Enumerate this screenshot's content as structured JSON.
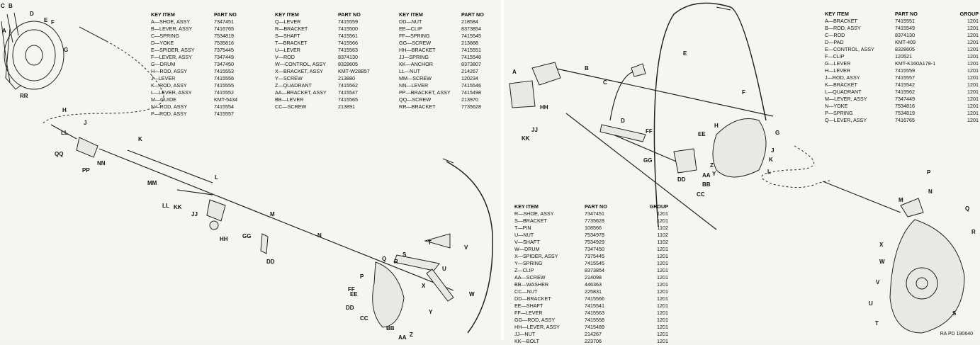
{
  "page_left": {
    "column_headers": {
      "key_item": "KEY  ITEM",
      "part_no": "PART NO"
    },
    "table_1": [
      {
        "key": "A—SHOE, ASSY",
        "part": "7347451"
      },
      {
        "key": "B—LEVER, ASSY",
        "part": "7416765"
      },
      {
        "key": "C—SPRING",
        "part": "7534819"
      },
      {
        "key": "D—YOKE",
        "part": "7535816"
      },
      {
        "key": "E—SPIDER, ASSY",
        "part": "7375445"
      },
      {
        "key": "F—LEVER, ASSY",
        "part": "7347449"
      },
      {
        "key": "G—DRUM",
        "part": "7347450"
      },
      {
        "key": "H—ROD, ASSY",
        "part": "7415553"
      },
      {
        "key": "J—LEVER",
        "part": "7415556"
      },
      {
        "key": "K—ROD, ASSY",
        "part": "7415555"
      },
      {
        "key": "L—LEVER, ASSY",
        "part": "7415552"
      },
      {
        "key": "M—GUIDE",
        "part": "KMT-5434"
      },
      {
        "key": "N—ROD, ASSY",
        "part": "7415554"
      },
      {
        "key": "P—ROD, ASSY",
        "part": "7415557"
      }
    ],
    "table_2": [
      {
        "key": "Q—LEVER",
        "part": "7415559"
      },
      {
        "key": "R—BRACKET",
        "part": "7415500"
      },
      {
        "key": "S—SHAFT",
        "part": "7415561"
      },
      {
        "key": "T—BRACKET",
        "part": "7415566"
      },
      {
        "key": "U—LEVER",
        "part": "7415563"
      },
      {
        "key": "V—ROD",
        "part": "8374130"
      },
      {
        "key": "W—CONTROL, ASSY",
        "part": "8328605"
      },
      {
        "key": "X—BRACKET, ASSY",
        "part": "KMT-W28B57"
      },
      {
        "key": "Y—SCREW",
        "part": "213880"
      },
      {
        "key": "Z—QUADRANT",
        "part": "7415562"
      },
      {
        "key": "AA—BRACKET, ASSY",
        "part": "7415547"
      },
      {
        "key": "BB—LEVER",
        "part": "7415565"
      },
      {
        "key": "CC—SCREW",
        "part": "213891"
      }
    ],
    "table_3": [
      {
        "key": "DD—NUT",
        "part": "218584"
      },
      {
        "key": "EE—CLIP",
        "part": "8373854"
      },
      {
        "key": "FF—SPRING",
        "part": "7415545"
      },
      {
        "key": "GG—SCREW",
        "part": "213888"
      },
      {
        "key": "HH—BRACKET",
        "part": "7415551"
      },
      {
        "key": "JJ—SPRING",
        "part": "7415548"
      },
      {
        "key": "KK—ANCHOR",
        "part": "8373807"
      },
      {
        "key": "LL—NUT",
        "part": "214267"
      },
      {
        "key": "MM—SCREW",
        "part": "120234"
      },
      {
        "key": "NN—LEVER",
        "part": "7415546"
      },
      {
        "key": "PP—BRACKET, ASSY",
        "part": "7415498"
      },
      {
        "key": "QQ—SCREW",
        "part": "213970"
      },
      {
        "key": "RR—BRACKET",
        "part": "7735628"
      }
    ]
  },
  "page_right": {
    "column_headers": {
      "key_item": "KEY  ITEM",
      "part_no": "PART NO",
      "group": "GROUP"
    },
    "table_1": [
      {
        "key": "A—BRACKET",
        "part": "7415551",
        "group": "1201"
      },
      {
        "key": "B—ROD, ASSY",
        "part": "7415549",
        "group": "1201"
      },
      {
        "key": "C—ROD",
        "part": "8374130",
        "group": "1201"
      },
      {
        "key": "D—PAD",
        "part": "KMT-409",
        "group": "1201"
      },
      {
        "key": "E—CONTROL, ASSY",
        "part": "8328605",
        "group": "1201"
      },
      {
        "key": "F—CLIP",
        "part": "120521",
        "group": "1201"
      },
      {
        "key": "G—LEVER",
        "part": "KMT-K160A178-1",
        "group": "1201"
      },
      {
        "key": "H—LEVER",
        "part": "7415559",
        "group": "1201"
      },
      {
        "key": "J—ROD, ASSY",
        "part": "7415557",
        "group": "1201"
      },
      {
        "key": "K—BRACKET",
        "part": "7415542",
        "group": "1201"
      },
      {
        "key": "L—QUADRANT",
        "part": "7415562",
        "group": "1201"
      },
      {
        "key": "M—LEVER, ASSY",
        "part": "7347449",
        "group": "1201"
      },
      {
        "key": "N—YOKE",
        "part": "7534816",
        "group": "1201"
      },
      {
        "key": "P—SPRING",
        "part": "7534819",
        "group": "1201"
      },
      {
        "key": "Q—LEVER, ASSY",
        "part": "7416765",
        "group": "1201"
      }
    ],
    "table_2": [
      {
        "key": "R—SHOE, ASSY",
        "part": "7347451",
        "group": "1201"
      },
      {
        "key": "S—BRACKET",
        "part": "7735628",
        "group": "1201"
      },
      {
        "key": "T—PIN",
        "part": "108566",
        "group": "1102"
      },
      {
        "key": "U—NUT",
        "part": "7534978",
        "group": "1102"
      },
      {
        "key": "V—SHAFT",
        "part": "7534929",
        "group": "1102"
      },
      {
        "key": "W—DRUM",
        "part": "7347450",
        "group": "1201"
      },
      {
        "key": "X—SPIDER, ASSY",
        "part": "7375445",
        "group": "1201"
      },
      {
        "key": "Y—SPRING",
        "part": "7415545",
        "group": "1201"
      },
      {
        "key": "Z—CLIP",
        "part": "8373854",
        "group": "1201"
      },
      {
        "key": "AA—SCREW",
        "part": "214098",
        "group": "1201"
      },
      {
        "key": "BB—WASHER",
        "part": "446363",
        "group": "1201"
      },
      {
        "key": "CC—NUT",
        "part": "225831",
        "group": "1201"
      },
      {
        "key": "DD—BRACKET",
        "part": "7415566",
        "group": "1201"
      },
      {
        "key": "EE—SHAFT",
        "part": "7415541",
        "group": "1201"
      },
      {
        "key": "FF—LEVER",
        "part": "7415563",
        "group": "1201"
      },
      {
        "key": "GG—ROD, ASSY",
        "part": "7415558",
        "group": "1201"
      },
      {
        "key": "HH—LEVER, ASSY",
        "part": "7415489",
        "group": "1201"
      },
      {
        "key": "JJ—NUT",
        "part": "214267",
        "group": "1201"
      },
      {
        "key": "KK—BOLT",
        "part": "223706",
        "group": "1201"
      }
    ],
    "figure_code": "RA PD 190640"
  },
  "callouts_left": [
    "A",
    "B",
    "C",
    "D",
    "E",
    "F",
    "G",
    "RR",
    "H",
    "J",
    "LL",
    "QQ",
    "PP",
    "NN",
    "K",
    "MM",
    "LL",
    "KK",
    "JJ",
    "L",
    "HH",
    "M",
    "GG",
    "DD",
    "N",
    "Q",
    "R",
    "S",
    "T",
    "V",
    "U",
    "P",
    "FF",
    "EE",
    "DD",
    "CC",
    "BB",
    "AA",
    "Z",
    "Y",
    "X",
    "W"
  ],
  "callouts_right": [
    "A",
    "B",
    "C",
    "D",
    "E",
    "F",
    "G",
    "H",
    "J",
    "K",
    "L",
    "EE",
    "AA",
    "BB",
    "CC",
    "DD",
    "Z",
    "Y",
    "FF",
    "GG",
    "HH",
    "JJ",
    "KK",
    "P",
    "N",
    "M",
    "Q",
    "R",
    "X",
    "W",
    "V",
    "U",
    "T",
    "S"
  ]
}
